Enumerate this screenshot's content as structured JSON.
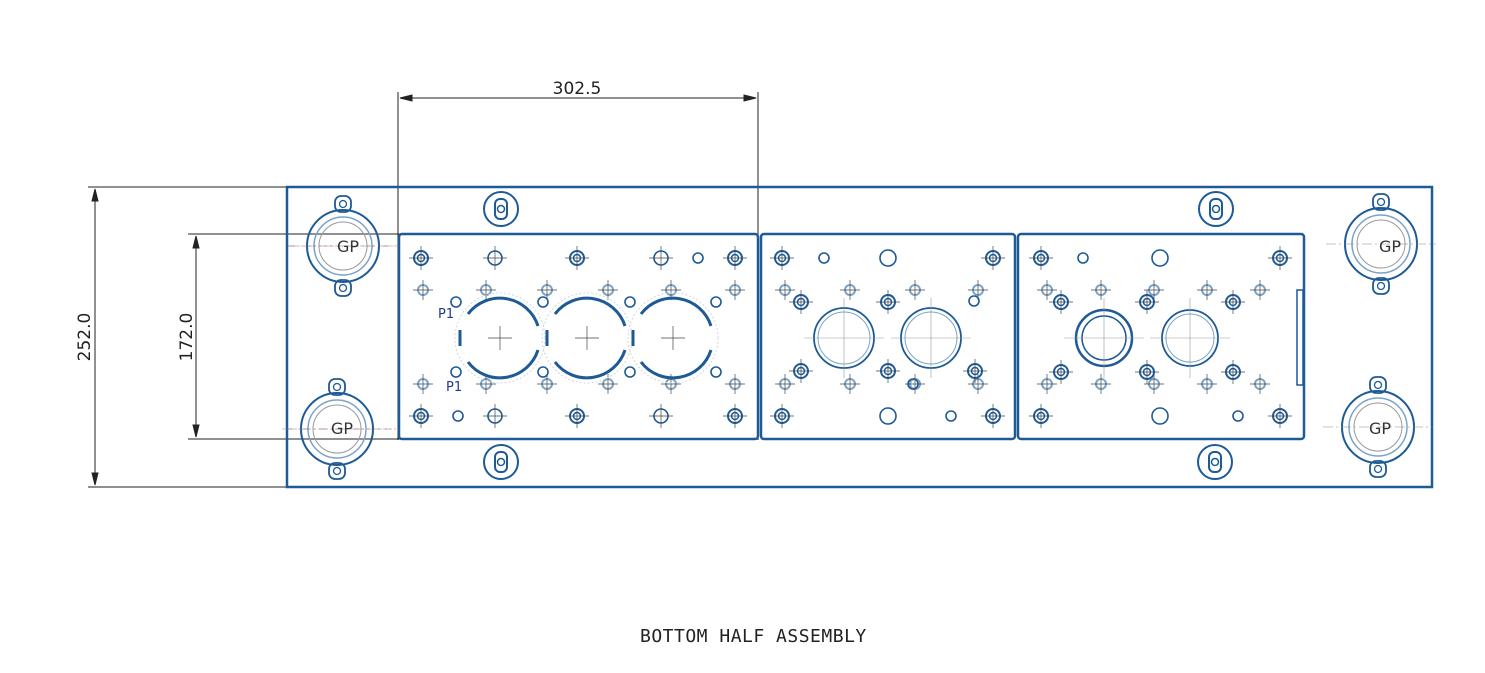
{
  "dimensions": {
    "width_top": "302.5",
    "height_outer": "252.0",
    "height_inner": "172.0"
  },
  "labels": {
    "guide_pin": "GP",
    "port": "P1"
  },
  "caption": "BOTTOM HALF ASSEMBLY",
  "colors": {
    "part": "#1d5a96",
    "part_light": "#7aa3c8",
    "dimension": "#222222",
    "centerline": "#b04040"
  }
}
